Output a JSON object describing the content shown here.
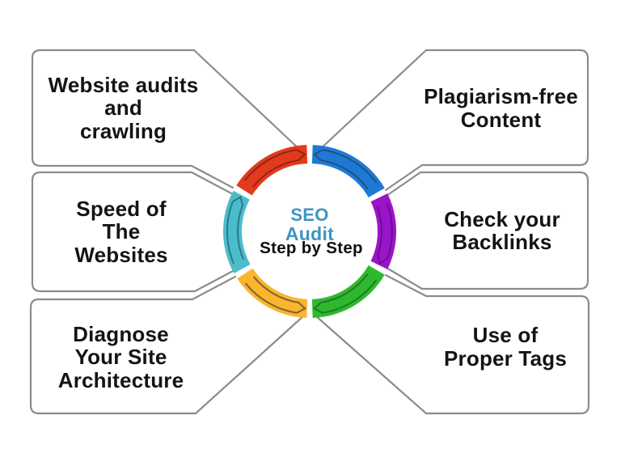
{
  "title": "SEO Audit Step by Step",
  "center": {
    "line1": "SEO",
    "line2": "Audit",
    "line3": "Step by Step",
    "accent_color": "#3e95c3",
    "subtitle_color": "#0f0f0f"
  },
  "boxes": [
    {
      "id": "website-audits",
      "label": "Website audits\nand\ncrawling",
      "segment": "red"
    },
    {
      "id": "plagiarism-free",
      "label": "Plagiarism-free\nContent",
      "segment": "blue"
    },
    {
      "id": "site-speed",
      "label": "Speed of\nThe\nWebsites",
      "segment": "teal"
    },
    {
      "id": "backlinks",
      "label": "Check your\nBacklinks",
      "segment": "purple"
    },
    {
      "id": "architecture",
      "label": "Diagnose\nYour Site\nArchitecture",
      "segment": "yellow"
    },
    {
      "id": "proper-tags",
      "label": "Use of\nProper Tags",
      "segment": "green"
    }
  ],
  "segments": [
    {
      "name": "blue",
      "color": "#1e79d6",
      "outline": "#24517e",
      "start": -88,
      "end": -30,
      "point_at": "start"
    },
    {
      "name": "purple",
      "color": "#9b14c9",
      "outline": "#690f92",
      "start": -26,
      "end": 26,
      "point_at": "end"
    },
    {
      "name": "green",
      "color": "#2eb82e",
      "outline": "#24782a",
      "start": 30,
      "end": 88,
      "point_at": "end"
    },
    {
      "name": "yellow",
      "color": "#f8b52d",
      "outline": "#7e6330",
      "start": 92,
      "end": 147,
      "point_at": "start"
    },
    {
      "name": "teal",
      "color": "#4cbcca",
      "outline": "#2d7a88",
      "start": 151,
      "end": 208,
      "point_at": "end"
    },
    {
      "name": "red",
      "color": "#e23a1d",
      "outline": "#8f2813",
      "start": 212,
      "end": 268,
      "point_at": "end"
    }
  ],
  "style": {
    "box_border": "#8c8c8c",
    "label_color": "#141414",
    "background": "#ffffff"
  }
}
